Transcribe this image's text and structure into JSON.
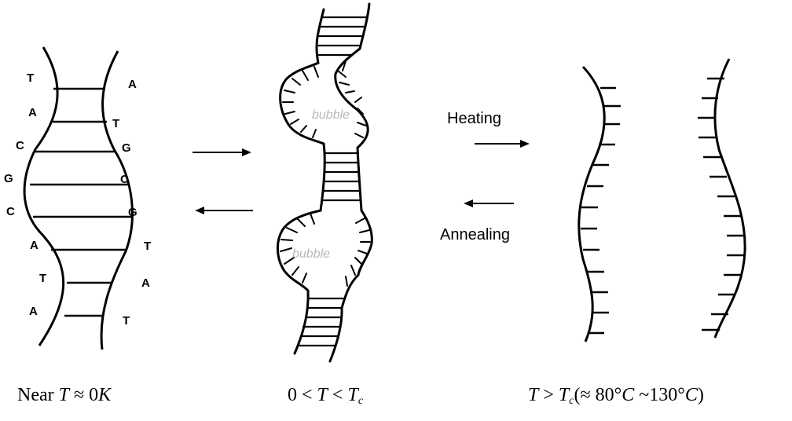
{
  "left_strand_bases": [
    "T",
    "A",
    "C",
    "G",
    "C",
    "A",
    "T",
    "A"
  ],
  "right_strand_bases": [
    "A",
    "T",
    "G",
    "C",
    "G",
    "T",
    "A",
    "T"
  ],
  "bubble_labels": [
    "bubble",
    "bubble"
  ],
  "process_labels": {
    "heating": "Heating",
    "annealing": "Annealing"
  },
  "captions": {
    "left_prefix": "Near ",
    "left_var": "T",
    "left_rest": " ≈ 0",
    "left_unit": "K",
    "mid_a": "0 < ",
    "mid_var": "T",
    "mid_b": " < ",
    "mid_var2": "T",
    "mid_sub": "c",
    "right_var": "T",
    "right_b": " > ",
    "right_var2": "T",
    "right_sub": "c",
    "right_rest": "(≈ 80°",
    "right_unit1": "C",
    "right_mid": " ~130°",
    "right_unit2": "C",
    "right_close": ")"
  }
}
